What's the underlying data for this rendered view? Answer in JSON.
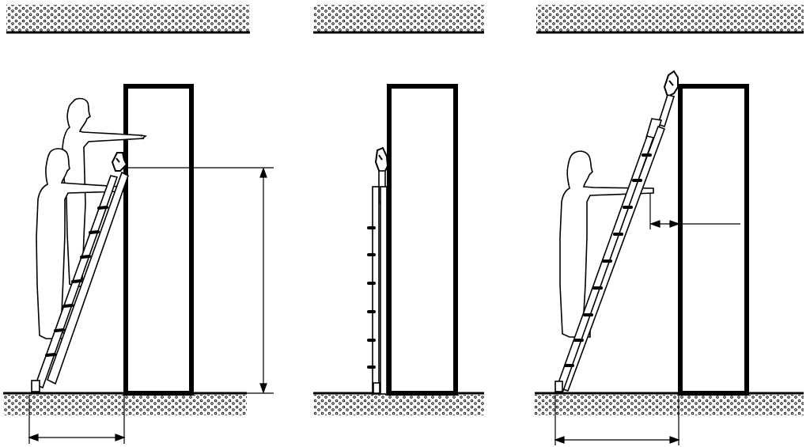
{
  "figure": {
    "panels": [
      {
        "id": "left",
        "description_elements": [
          "ceiling-slab",
          "floor-slab",
          "shelving-unit",
          "ladder",
          "person-upper",
          "person-lower",
          "height-dimension",
          "base-distance-dimension"
        ]
      },
      {
        "id": "middle",
        "description_elements": [
          "ceiling-slab",
          "floor-slab",
          "shelving-unit",
          "ladder-stowed"
        ]
      },
      {
        "id": "right",
        "description_elements": [
          "ceiling-slab",
          "floor-slab",
          "shelving-unit",
          "ladder",
          "person",
          "reach-dimension",
          "base-distance-dimension"
        ]
      }
    ],
    "colors": {
      "ink": "#000000",
      "paper": "#ffffff"
    }
  }
}
